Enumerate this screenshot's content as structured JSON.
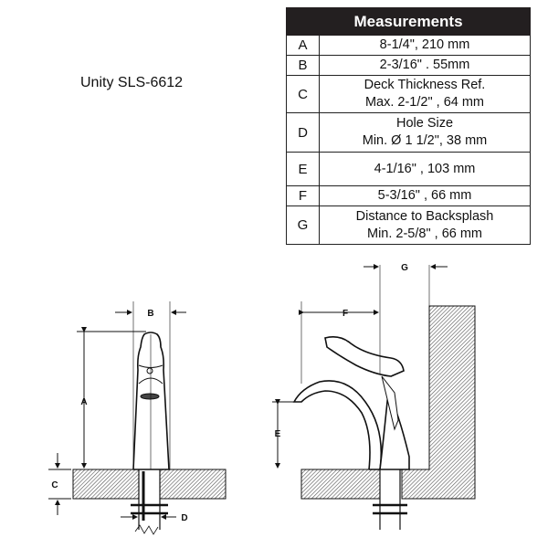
{
  "title": "Unity  SLS-6612",
  "table": {
    "header": "Measurements",
    "rows": [
      {
        "key": "A",
        "lines": [
          "8-1/4\", 210 mm"
        ]
      },
      {
        "key": "B",
        "lines": [
          "2-3/16\" . 55mm"
        ]
      },
      {
        "key": "C",
        "lines": [
          "Deck Thickness Ref.",
          "Max. 2-1/2\" , 64 mm"
        ]
      },
      {
        "key": "D",
        "lines": [
          "Hole Size",
          "Min. Ø 1 1/2\", 38 mm"
        ]
      },
      {
        "key": "E",
        "lines": [
          "4-1/16\" , 103 mm"
        ]
      },
      {
        "key": "F",
        "lines": [
          "5-3/16\" , 66 mm"
        ]
      },
      {
        "key": "G",
        "lines": [
          "Distance to Backsplash",
          "Min. 2-5/8\" , 66 mm"
        ]
      }
    ]
  },
  "diagram_labels": {
    "A": "A",
    "B": "B",
    "C": "C",
    "D": "D",
    "E": "E",
    "F": "F",
    "G": "G"
  }
}
